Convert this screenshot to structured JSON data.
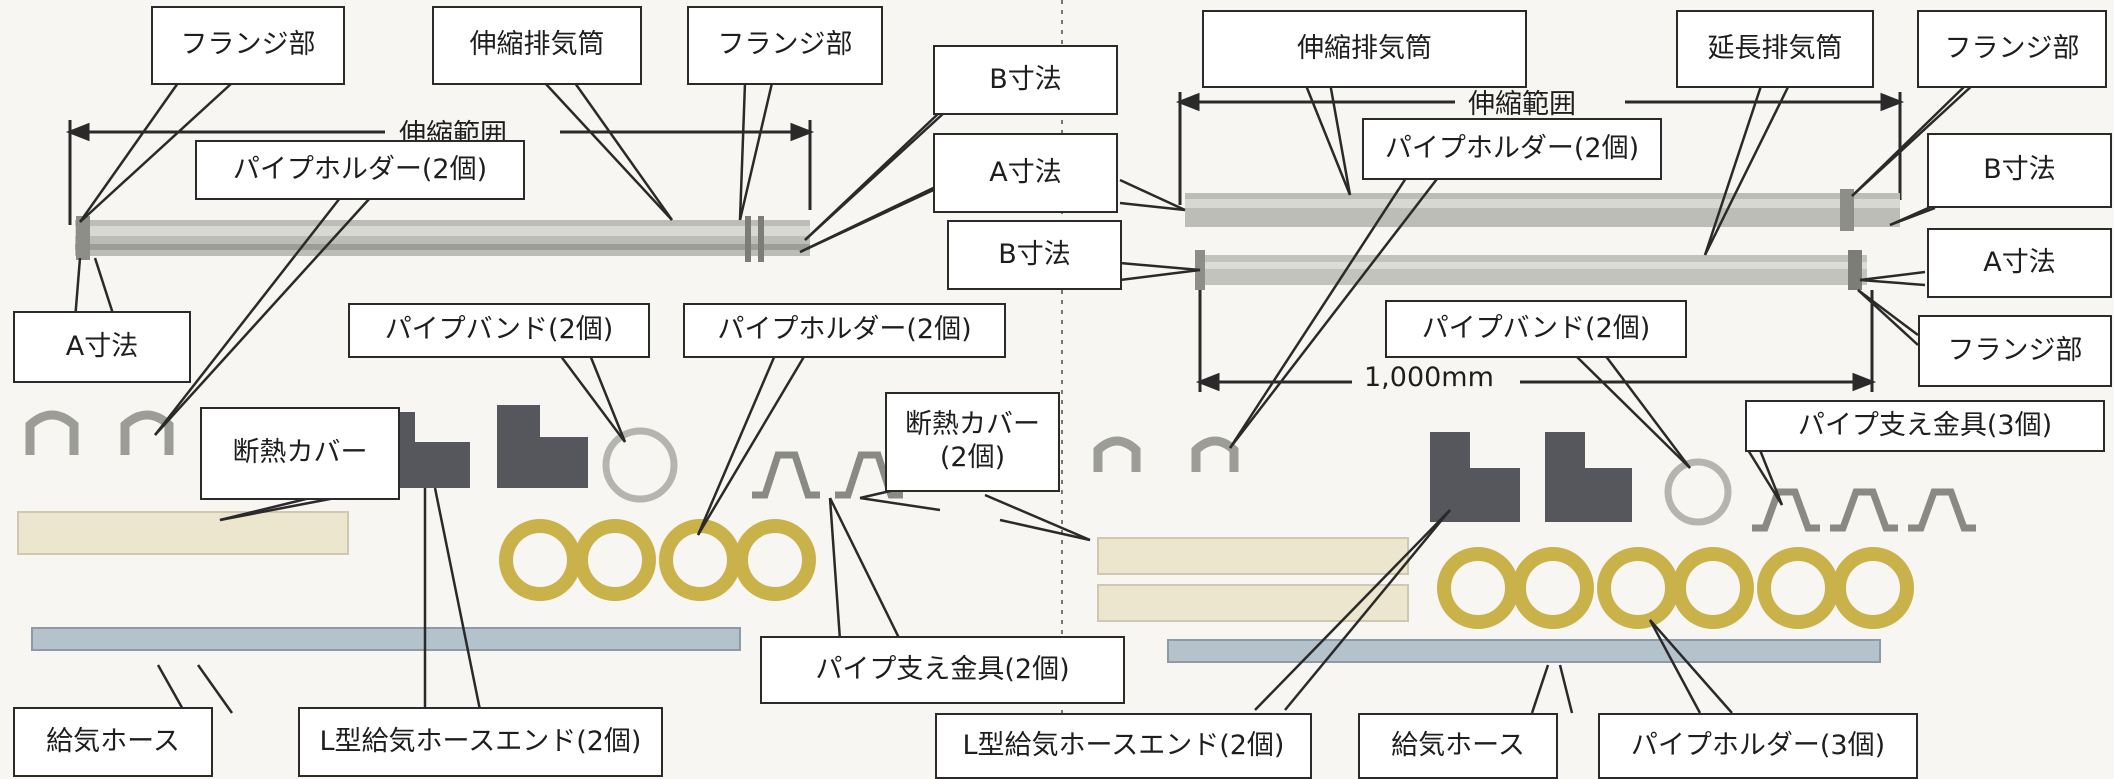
{
  "colors": {
    "background": "#f7f6f2",
    "line": "#2a2a2a",
    "pipe": "#b9b9b3",
    "insulation": "#ece6cf",
    "l_end": "#55575c",
    "holder": "#c9b24a",
    "hose": "#b4c2cc"
  },
  "left_kit": {
    "range_label": "伸縮範囲",
    "labels": {
      "flange_top_left": "フランジ部",
      "telescopic_pipe": "伸縮排気筒",
      "flange_top_right": "フランジ部",
      "b_dim": "B寸法",
      "pipe_holder_2": "パイプホルダー(2個)",
      "a_dim_right": "A寸法",
      "a_dim_left": "A寸法",
      "pipe_band_2": "パイプバンド(2個)",
      "pipe_holder_2b": "パイプホルダー(2個)",
      "insulation_cover": "断熱カバー",
      "insulation_cover_2": "断熱カバー\n(2個)",
      "pipe_support_2": "パイプ支え金具(2個)",
      "supply_hose": "給気ホース",
      "l_hose_end_2": "L型給気ホースエンド(2個)"
    }
  },
  "right_kit": {
    "range_label": "伸縮範囲",
    "length_label": "1,000mm",
    "labels": {
      "telescopic_pipe": "伸縮排気筒",
      "extension_pipe": "延長排気筒",
      "flange_top": "フランジ部",
      "pipe_holder_2": "パイプホルダー(2個)",
      "b_dim_right": "B寸法",
      "b_dim_left": "B寸法",
      "a_dim_right": "A寸法",
      "flange_bottom": "フランジ部",
      "pipe_band_2": "パイプバンド(2個)",
      "pipe_support_3": "パイプ支え金具(3個)",
      "l_hose_end_2": "L型給気ホースエンド(2個)",
      "supply_hose": "給気ホース",
      "pipe_holder_3": "パイプホルダー(3個)"
    }
  }
}
